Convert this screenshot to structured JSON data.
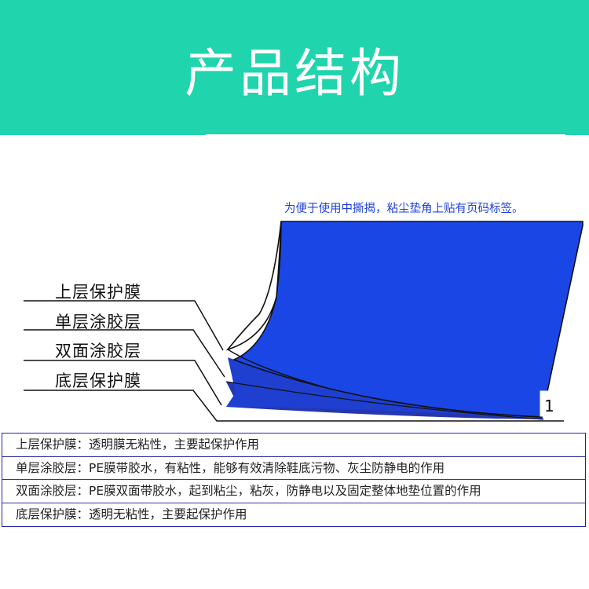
{
  "header": {
    "title": "产品结构"
  },
  "note": "为便于使用中撕揭，粘尘垫角上贴有页码标签。",
  "layers": [
    {
      "label": "上层保护膜"
    },
    {
      "label": "单层涂胶层"
    },
    {
      "label": "双面涂胶层"
    },
    {
      "label": "底层保护膜"
    }
  ],
  "page_label": "1",
  "descriptions": [
    "上层保护膜：透明膜无粘性，主要起保护作用",
    "单层涂胶层：PE膜带胶水，有粘性，能够有效清除鞋底污物、灰尘防静电的作用",
    "双面涂胶层：PE膜双面带胶水，起到粘尘，粘灰，防静电以及固定整体地垫位置的作用",
    "底层保护膜：透明无粘性，主要起保护作用"
  ],
  "colors": {
    "header_bg": "#20d4ad",
    "sheet_blue": "#1b46e6",
    "sheet_dark": "#1f37b8",
    "note_text": "#1f3fe0",
    "table_border": "#2222aa"
  }
}
